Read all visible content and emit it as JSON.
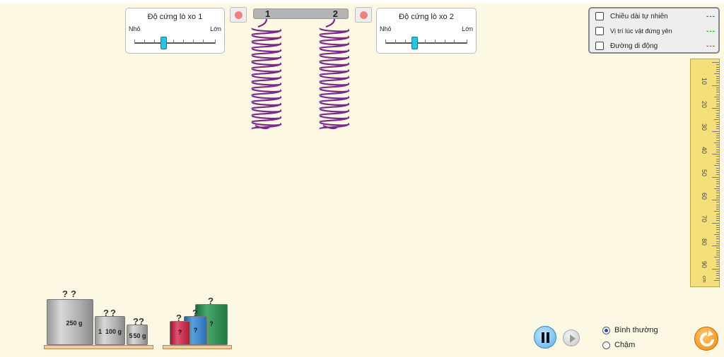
{
  "slider1": {
    "title": "Độ cứng lò xo 1",
    "min_label": "Nhỏ",
    "max_label": "Lớn",
    "value_fraction": 0.33
  },
  "slider2": {
    "title": "Độ cứng lò xo 2",
    "min_label": "Nhỏ",
    "max_label": "Lớn",
    "value_fraction": 0.33
  },
  "bar": {
    "label1": "1",
    "label2": "2"
  },
  "legend": [
    {
      "label": "Chiều dài tự nhiên",
      "dash": "---",
      "color": "#3b5bff"
    },
    {
      "label": "Vị trí lúc vật đứng yên",
      "dash": "---",
      "color": "#1db81d"
    },
    {
      "label": "Đường di động",
      "dash": "---",
      "color": "#ff3030"
    }
  ],
  "ruler": {
    "labels": [
      "10",
      "20",
      "30",
      "40",
      "50",
      "60",
      "70",
      "80",
      "90"
    ],
    "unit": "cm"
  },
  "weights": {
    "w250": "250 g",
    "w100": "100 g",
    "w50": "50 g",
    "w100b": "1",
    "w50b": "5",
    "hook": "?",
    "unknown": "?"
  },
  "speed": {
    "normal": "Bình thường",
    "slow": "Chậm",
    "selected": "normal"
  }
}
